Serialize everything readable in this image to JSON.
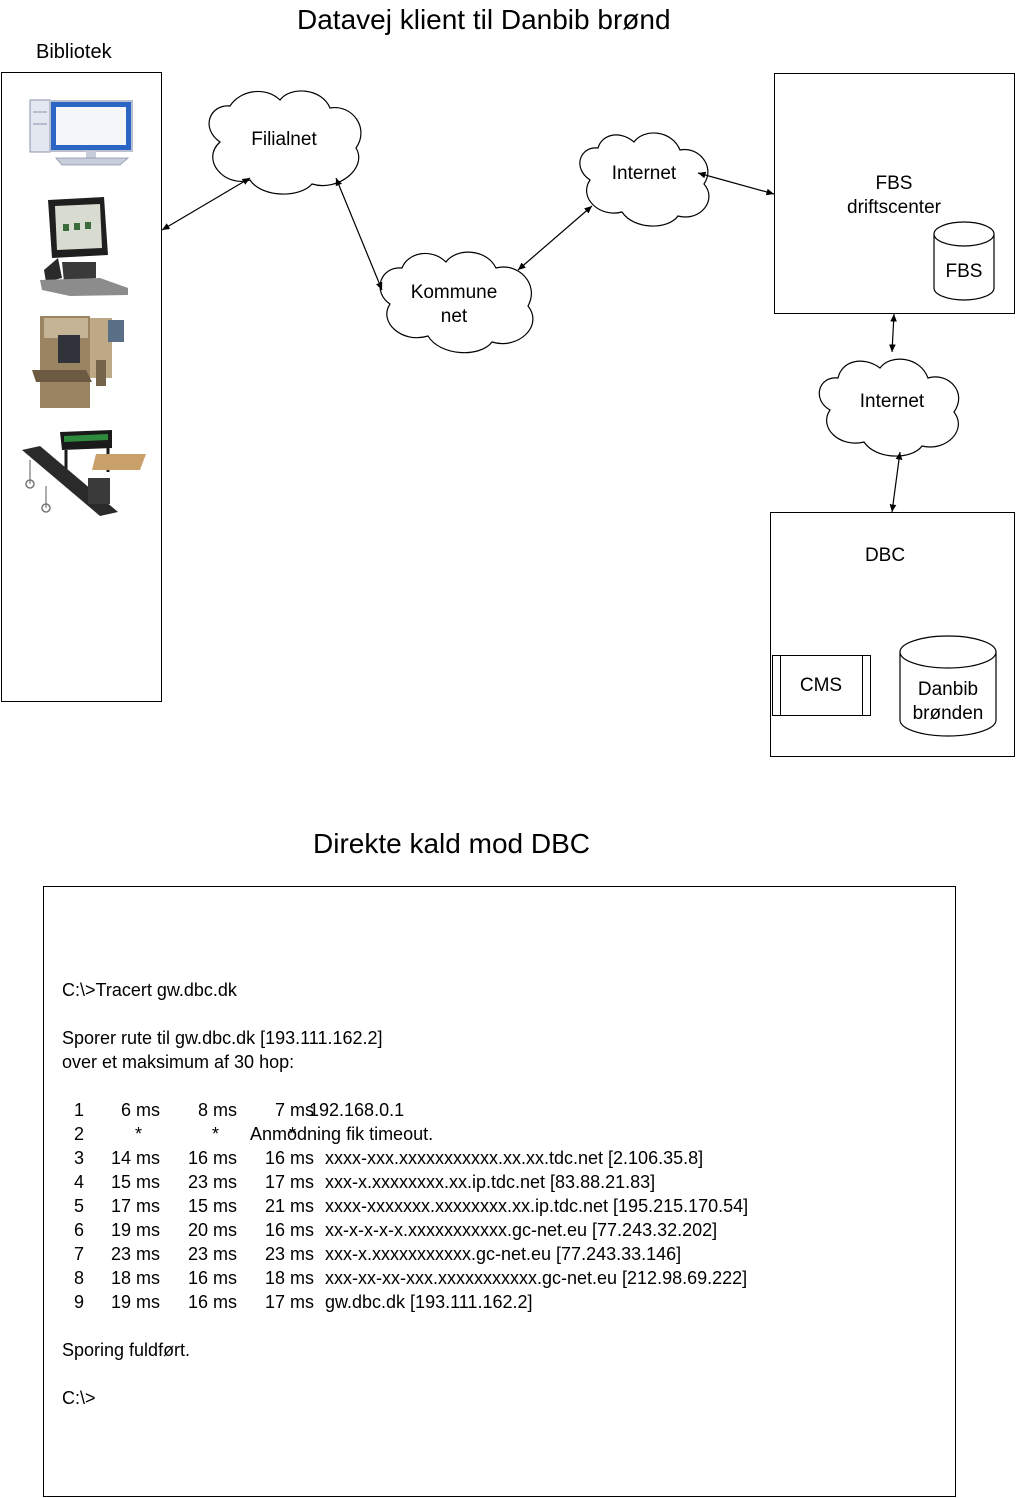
{
  "diagram": {
    "title": "Datavej klient til Danbib brønd",
    "library_label": "Bibliotek",
    "devices": [
      "desktop-computer",
      "self-service-kiosk",
      "return-machine",
      "sorting-conveyor"
    ],
    "clouds": {
      "filialnet": "Filialnet",
      "kommunenet_line1": "Kommune",
      "kommunenet_line2": "net",
      "internet_top": "Internet",
      "internet_right": "Internet"
    },
    "fbs": {
      "line1": "FBS",
      "line2": "driftscenter",
      "db": "FBS"
    },
    "dbc": {
      "title": "DBC",
      "cms": "CMS",
      "db_line1": "Danbib",
      "db_line2": "brønden"
    }
  },
  "terminal": {
    "title": "Direkte kald mod DBC",
    "command": "C:\\>Tracert gw.dbc.dk",
    "trace_line1": "Sporer rute til gw.dbc.dk [193.111.162.2]",
    "trace_line2": "over et maksimum af 30 hop:",
    "hops": [
      {
        "n": "1",
        "t1": "6 ms",
        "t2": "8 ms",
        "t3": "7 ms",
        "host": "192.168.0.1"
      },
      {
        "n": "2",
        "t1": "*",
        "t2": "*",
        "t3": "*",
        "host": "Anmodning fik timeout."
      },
      {
        "n": "3",
        "t1": "14 ms",
        "t2": "16 ms",
        "t3": "16 ms",
        "host": "xxxx-xxx.xxxxxxxxxxx.xx.xx.tdc.net [2.106.35.8]"
      },
      {
        "n": "4",
        "t1": "15 ms",
        "t2": "23 ms",
        "t3": "17 ms",
        "host": "xxx-x.xxxxxxxx.xx.ip.tdc.net [83.88.21.83]"
      },
      {
        "n": "5",
        "t1": "17 ms",
        "t2": "15 ms",
        "t3": "21 ms",
        "host": "xxxx-xxxxxxx.xxxxxxxx.xx.ip.tdc.net [195.215.170.54]"
      },
      {
        "n": "6",
        "t1": "19 ms",
        "t2": "20 ms",
        "t3": "16 ms",
        "host": "xx-x-x-x-x.xxxxxxxxxxx.gc-net.eu [77.243.32.202]"
      },
      {
        "n": "7",
        "t1": "23 ms",
        "t2": "23 ms",
        "t3": "23 ms",
        "host": "xxx-x.xxxxxxxxxxx.gc-net.eu [77.243.33.146]"
      },
      {
        "n": "8",
        "t1": "18 ms",
        "t2": "16 ms",
        "t3": "18 ms",
        "host": "xxx-xx-xx-xxx.xxxxxxxxxxx.gc-net.eu [212.98.69.222]"
      },
      {
        "n": "9",
        "t1": "19 ms",
        "t2": "16 ms",
        "t3": "17 ms",
        "host": "gw.dbc.dk [193.111.162.2]"
      }
    ],
    "complete": "Sporing fuldført.",
    "prompt": "C:\\>"
  }
}
